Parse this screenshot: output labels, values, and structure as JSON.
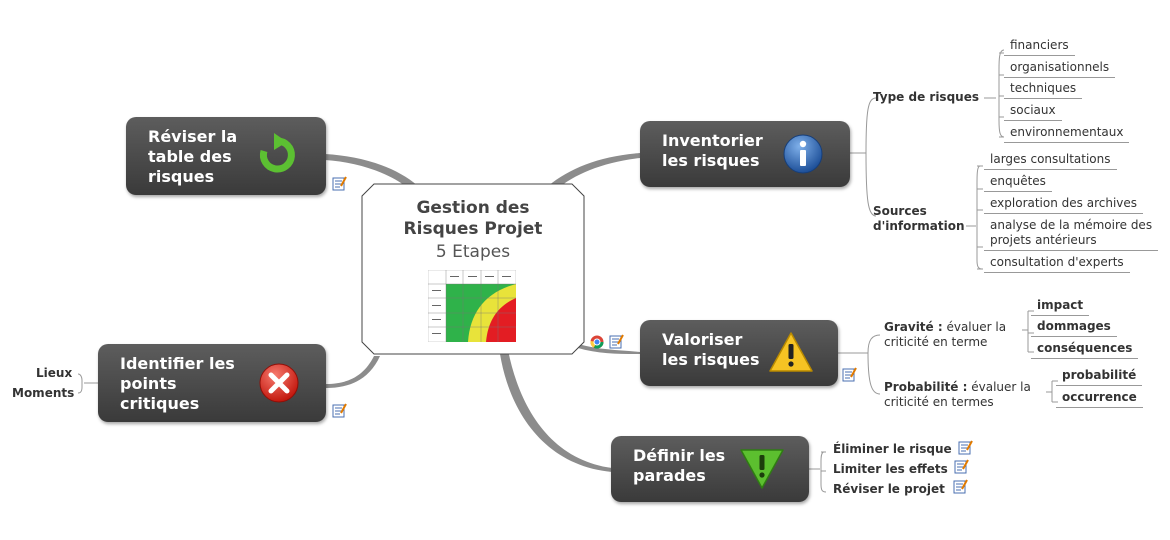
{
  "central": {
    "title": "Gestion des\nRisques Projet",
    "subtitle": "5 Etapes"
  },
  "topics": {
    "inventorier": {
      "label": "Inventorier\nles risques",
      "icon": "info-icon"
    },
    "valoriser": {
      "label": "Valoriser\nles risques",
      "icon": "warning-icon"
    },
    "definir": {
      "label": "Définir les\nparades",
      "icon": "green-down-arrow-icon"
    },
    "identifier": {
      "label": "Identifier les\npoints\ncritiques",
      "icon": "red-cross-icon"
    },
    "reviser": {
      "label": "Réviser la\ntable des\nrisques",
      "icon": "green-refresh-icon"
    }
  },
  "inventorier_branch": {
    "type_label": "Type de risques",
    "types": [
      "financiers",
      "organisationnels",
      "techniques",
      "sociaux",
      "environnementaux"
    ],
    "sources_label": "Sources\nd'information",
    "sources": [
      "larges consultations",
      "enquêtes",
      "exploration des archives",
      "analyse de la mémoire des\nprojets antérieurs",
      "consultation d'experts"
    ]
  },
  "valoriser_branch": {
    "gravite_bold": "Gravité :",
    "gravite_text": " évaluer la\ncriticité en terme",
    "gravite_items": [
      "impact",
      "dommages",
      "conséquences"
    ],
    "proba_bold": "Probabilité :",
    "proba_text": " évaluer la\ncriticité  en termes",
    "proba_items": [
      "probabilité",
      "occurrence"
    ]
  },
  "definir_branch": {
    "items": [
      "Éliminer le risque",
      "Limiter les effets",
      "Réviser le projet"
    ]
  },
  "identifier_branch": {
    "items": [
      "Lieux",
      "Moments"
    ]
  },
  "colors": {
    "topic_bg": "#4a4a4a",
    "link": "#8c8c8c",
    "info": "#2a5ea8",
    "warning": "#f2b705",
    "arrow_green": "#55b82e",
    "cross_red": "#d9261c"
  }
}
